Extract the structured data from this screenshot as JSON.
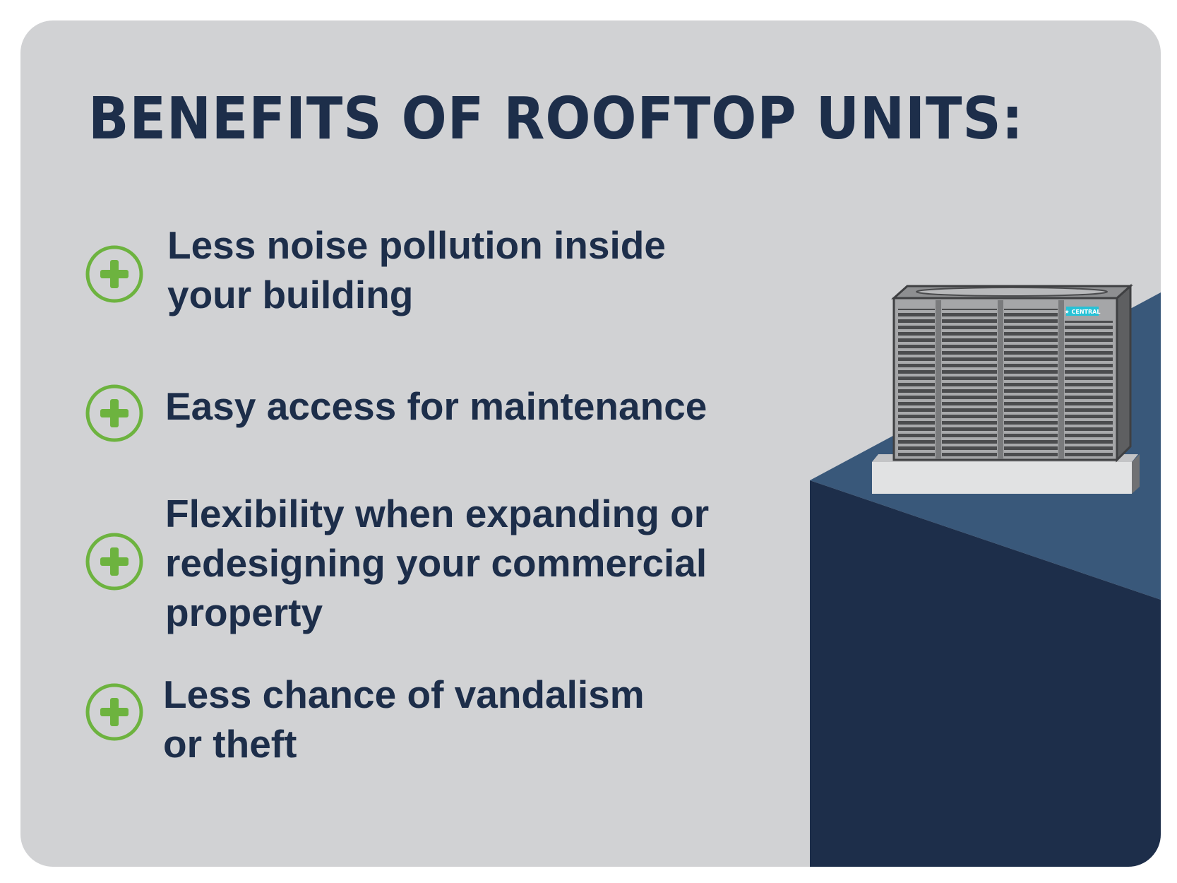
{
  "title": "BENEFITS OF ROOFTOP UNITS:",
  "benefits": [
    {
      "lines": [
        "Less noise pollution inside",
        "your building"
      ]
    },
    {
      "lines": [
        "Easy access for maintenance"
      ]
    },
    {
      "lines": [
        "Flexibility when expanding or",
        "redesigning your commercial",
        "property"
      ]
    },
    {
      "lines": [
        "Less chance of vandalism",
        "or theft"
      ]
    }
  ],
  "unit_logo_text": "★ CENTRAL",
  "colors": {
    "navy": "#1d2e4a",
    "steel_blue": "#39587a",
    "green": "#6db33f",
    "background": "#d1d2d4"
  },
  "icons": [
    "plus-circle-icon",
    "rooftop-hvac-unit-icon"
  ]
}
